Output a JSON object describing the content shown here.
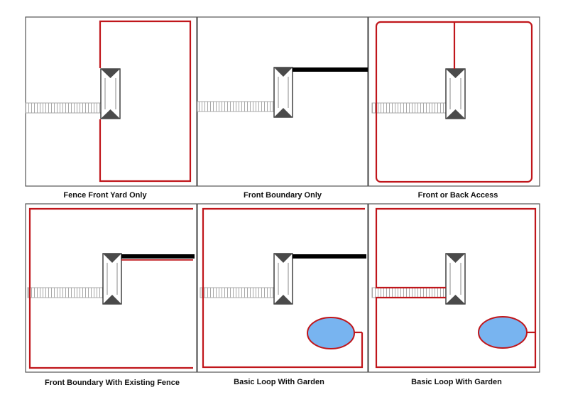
{
  "colors": {
    "background": "#ffffff",
    "panel_border": "#555555",
    "fence_red": "#c0161b",
    "existing_fence_black": "#000000",
    "house_outline": "#333333",
    "roof_dark": "#4a4a4a",
    "walkway_grey": "#a8a8a8",
    "garden_fill": "#78b4f0"
  },
  "icons": {
    "house": "house-icon",
    "walkway": "walkway-icon",
    "garden": "garden-icon"
  },
  "panels": [
    {
      "caption": "Fence Front Yard Only"
    },
    {
      "caption": "Front Boundary Only"
    },
    {
      "caption": "Front or Back Access"
    },
    {
      "caption": "Front Boundary With Existing Fence"
    },
    {
      "caption": "Basic Loop With Garden"
    },
    {
      "caption": "Basic Loop With Garden"
    }
  ]
}
